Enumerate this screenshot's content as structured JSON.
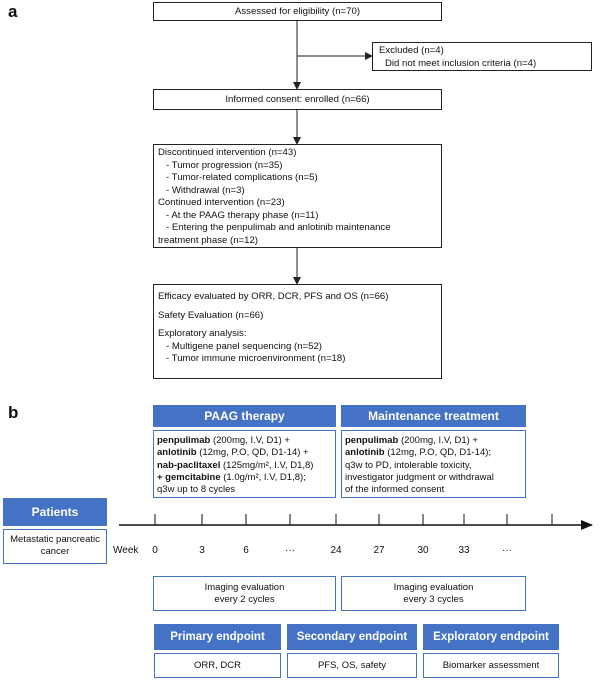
{
  "panel_a": {
    "label": "a",
    "assessed": "Assessed for eligibility (n=70)",
    "excluded": {
      "title": "Excluded (n=4)",
      "reason": "Did not meet inclusion criteria (n=4)"
    },
    "enrolled": "Informed consent: enrolled (n=66)",
    "discontinued": {
      "title": "Discontinued intervention (n=43)",
      "items": [
        "- Tumor progression (n=35)",
        "- Tumor-related complications (n=5)",
        "- Withdrawal (n=3)"
      ]
    },
    "continued": {
      "title": "Continued intervention (n=23)",
      "items": [
        "- At the PAAG therapy phase (n=11)",
        "- Entering the penpulimab and anlotinib maintenance",
        "treatment phase (n=12)"
      ]
    },
    "efficacy": "Efficacy evaluated by ORR, DCR, PFS and OS (n=66)",
    "safety": "Safety Evaluation (n=66)",
    "exploratory": {
      "title": "Exploratory analysis:",
      "items": [
        "- Multigene panel sequencing (n=52)",
        "- Tumor immune microenvironment (n=18)"
      ]
    }
  },
  "panel_b": {
    "label": "b",
    "paag": {
      "header": "PAAG therapy",
      "drug1": "penpulimab",
      "dose1": " (200mg, I.V, D1) +",
      "drug2": "anlotinib",
      "dose2": " (12mg, P.O, QD, D1-14) +",
      "drug3": "nab-paclitaxel",
      "dose3": " (125mg/m², I.V, D1,8)",
      "drug4": "+ gemcitabine",
      "dose4": " (1.0g/m², I.V, D1,8);",
      "schedule": "q3w up to 8 cycles"
    },
    "maintenance": {
      "header": "Maintenance treatment",
      "drug1": "penpulimab",
      "dose1": " (200mg, I.V, D1) +",
      "drug2": "anlotinib",
      "dose2": " (12mg, P.O, QD, D1-14);",
      "lines": [
        "q3w to PD, intolerable toxicity,",
        "investigator judgment or withdrawal",
        "of the informed consent"
      ]
    },
    "patients": {
      "header": "Patients",
      "desc1": "Metastatic pancreatic",
      "desc2": "cancer"
    },
    "timeline": {
      "week_label": "Week",
      "ticks": [
        "0",
        "3",
        "6",
        "···",
        "24",
        "27",
        "30",
        "33",
        "···"
      ]
    },
    "imaging1": [
      "Imaging evaluation",
      "every 2 cycles"
    ],
    "imaging2": [
      "Imaging evaluation",
      "every 3 cycles"
    ],
    "primary": {
      "header": "Primary endpoint",
      "body": "ORR, DCR"
    },
    "secondary": {
      "header": "Secondary endpoint",
      "body": "PFS, OS, safety"
    },
    "exploratory": {
      "header": "Exploratory endpoint",
      "body": "Biomarker assessment"
    }
  },
  "colors": {
    "accent_blue": "#4472c4",
    "line": "#222222"
  }
}
